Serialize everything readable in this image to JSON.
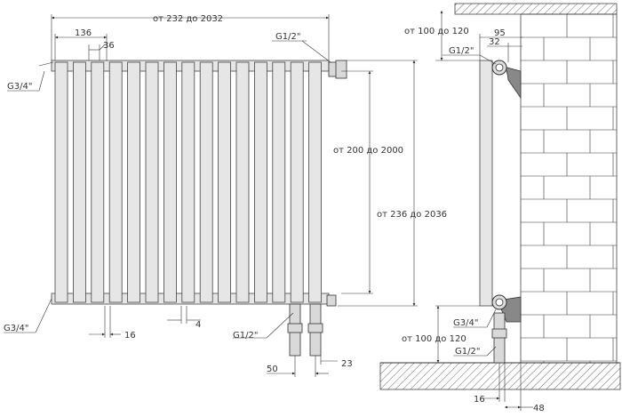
{
  "labels": {
    "overall_width": "от 232 до 2032",
    "pitch": "136",
    "bar_width": "36",
    "top_outlet_thread": "G1/2\"",
    "top_left_inlet_thread": "G3/4\"",
    "bottom_left_inlet_thread": "G3/4\"",
    "bar_height": "от 200 до 2000",
    "total_height": "от 236 до 2036",
    "bar_gap": "16",
    "bar_depth": "4",
    "bottom_connection_thread": "G1/2\"",
    "pipe_spacing": "50",
    "pipe_diameter": "23",
    "wall_gap_top": "от 100 до 120",
    "depth_95": "95",
    "side_top_thread": "G1/2\"",
    "depth_32": "32",
    "side_bottom_thread_a": "G3/4\"",
    "floor_gap": "от 100 до 120",
    "side_bottom_thread_b": "G1/2\"",
    "floor_16": "16",
    "floor_48": "48"
  },
  "colors": {
    "bar_fill": "#e6e6e6",
    "line": "#222222",
    "hatch": "#666666"
  }
}
